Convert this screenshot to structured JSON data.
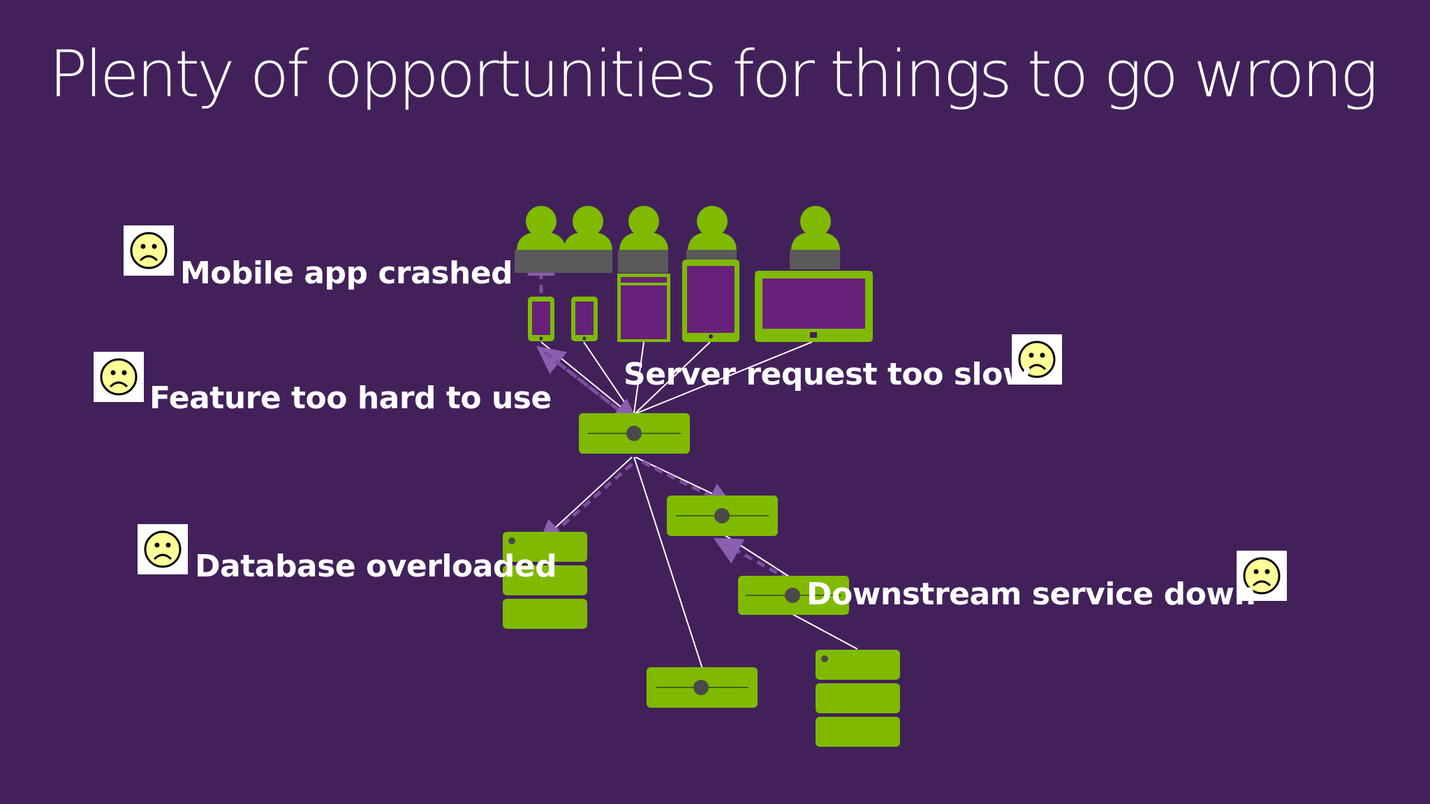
{
  "title": "Plenty of opportunities for things to go wrong",
  "colors": {
    "background": "#42215a",
    "accent_green": "#7fba00",
    "device_screen": "#68217a",
    "user_desk": "#5a5a5a",
    "arrow_purple": "#7b4f9e",
    "connector_line": "#ffffff",
    "face_yellow": "#ffff99"
  },
  "callouts": [
    {
      "id": "mobile-app-crashed",
      "text": "Mobile app crashed",
      "icon": "sad-face-icon"
    },
    {
      "id": "feature-too-hard",
      "text": "Feature too hard to use",
      "icon": "sad-face-icon"
    },
    {
      "id": "server-request-slow",
      "text": "Server request too slow",
      "icon": "sad-face-icon"
    },
    {
      "id": "database-overloaded",
      "text": "Database overloaded",
      "icon": "sad-face-icon"
    },
    {
      "id": "downstream-service-down",
      "text": "Downstream service down",
      "icon": "sad-face-icon"
    }
  ],
  "diagram": {
    "users": [
      "user-icon",
      "user-icon",
      "user-icon",
      "user-icon",
      "user-icon"
    ],
    "devices": [
      "phone-icon",
      "phone-icon",
      "tablet-icon",
      "tablet-icon",
      "desktop-monitor-icon"
    ],
    "servers": [
      "web-server-icon",
      "service-server-icon",
      "downstream-server-icon",
      "server-icon"
    ],
    "databases": [
      "database-icon",
      "database-icon"
    ]
  }
}
